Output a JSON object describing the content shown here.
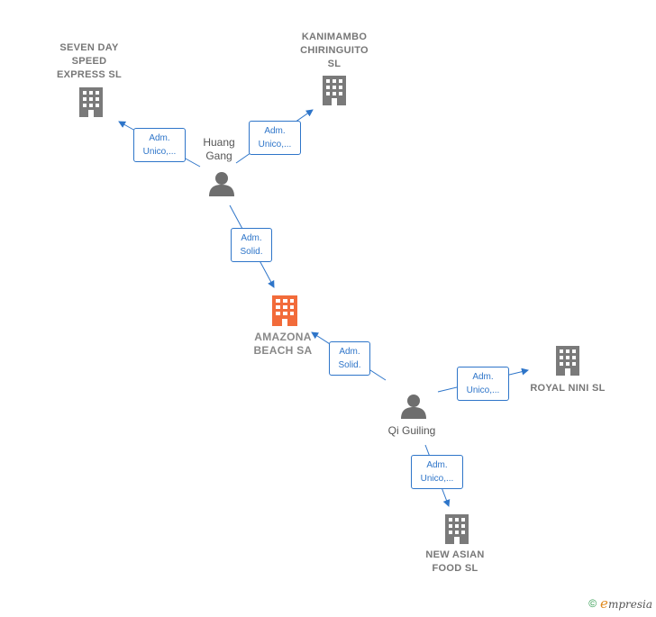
{
  "colors": {
    "accent": "#2e75c9",
    "company": "#777777",
    "main_company": "#f26b3a",
    "person": "#666666"
  },
  "nodes": {
    "seven_day": {
      "label": "SEVEN DAY\nSPEED\nEXPRESS  SL",
      "icon": "building-icon"
    },
    "kanimambo": {
      "label": "KANIMAMBO\nCHIRINGUITO\nSL",
      "icon": "building-icon"
    },
    "huang_gang": {
      "label": "Huang\nGang",
      "icon": "person-icon"
    },
    "amazona": {
      "label": "AMAZONA\nBEACH SA",
      "icon": "building-icon"
    },
    "qi_guiling": {
      "label": "Qi Guiling",
      "icon": "person-icon"
    },
    "royal_nini": {
      "label": "ROYAL NINI  SL",
      "icon": "building-icon"
    },
    "new_asian": {
      "label": "NEW ASIAN\nFOOD  SL",
      "icon": "building-icon"
    }
  },
  "edges": {
    "huang_seven": {
      "line1": "Adm.",
      "line2": "Unico,..."
    },
    "huang_kanimambo": {
      "line1": "Adm.",
      "line2": "Unico,..."
    },
    "huang_amazona": {
      "line1": "Adm.",
      "line2": "Solid."
    },
    "qi_amazona": {
      "line1": "Adm.",
      "line2": "Solid."
    },
    "qi_royal": {
      "line1": "Adm.",
      "line2": "Unico,..."
    },
    "qi_newasian": {
      "line1": "Adm.",
      "line2": "Unico,..."
    }
  },
  "footer": {
    "copyright": "©",
    "brand_initial": "e",
    "brand": "mpresia"
  }
}
